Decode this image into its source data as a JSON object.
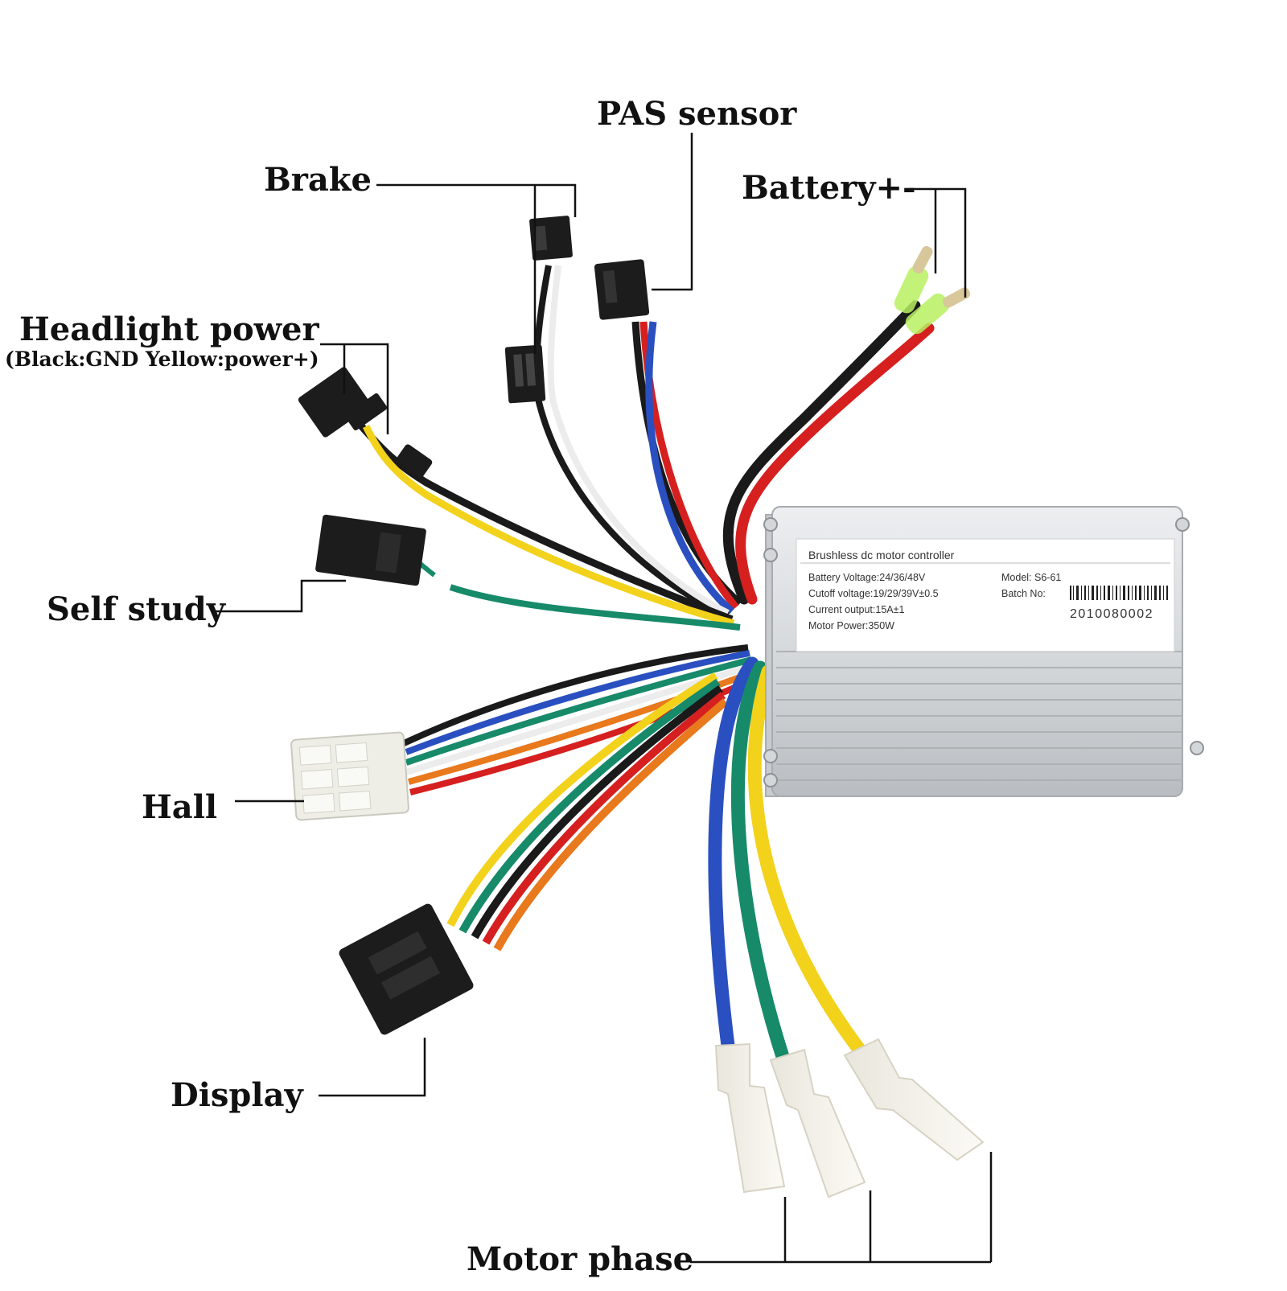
{
  "callouts": {
    "pas_sensor": "PAS sensor",
    "brake": "Brake",
    "battery": "Battery+-",
    "headlight_power": "Headlight power",
    "headlight_note": "(Black:GND Yellow:power+)",
    "self_study": "Self study",
    "hall": "Hall",
    "display": "Display",
    "motor_phase": "Motor phase"
  },
  "controller_label": {
    "title": "Brushless dc motor controller",
    "battery_voltage": "Battery Voltage:24/36/48V",
    "cutoff_voltage": "Cutoff voltage:19/29/39V±0.5",
    "current_output": "Current output:15A±1",
    "motor_power": "Motor Power:350W",
    "model": "Model:  S6-61",
    "batch_label": "Batch No:",
    "batch_number": "2010080002"
  },
  "wire_colors": {
    "black": "#1a1a1a",
    "red": "#d62020",
    "blue": "#2a4fc0",
    "yellow": "#f2d21b",
    "green": "#178a6a",
    "white": "#ececec",
    "orange": "#e8791c",
    "connector": "#1c1c1c"
  }
}
